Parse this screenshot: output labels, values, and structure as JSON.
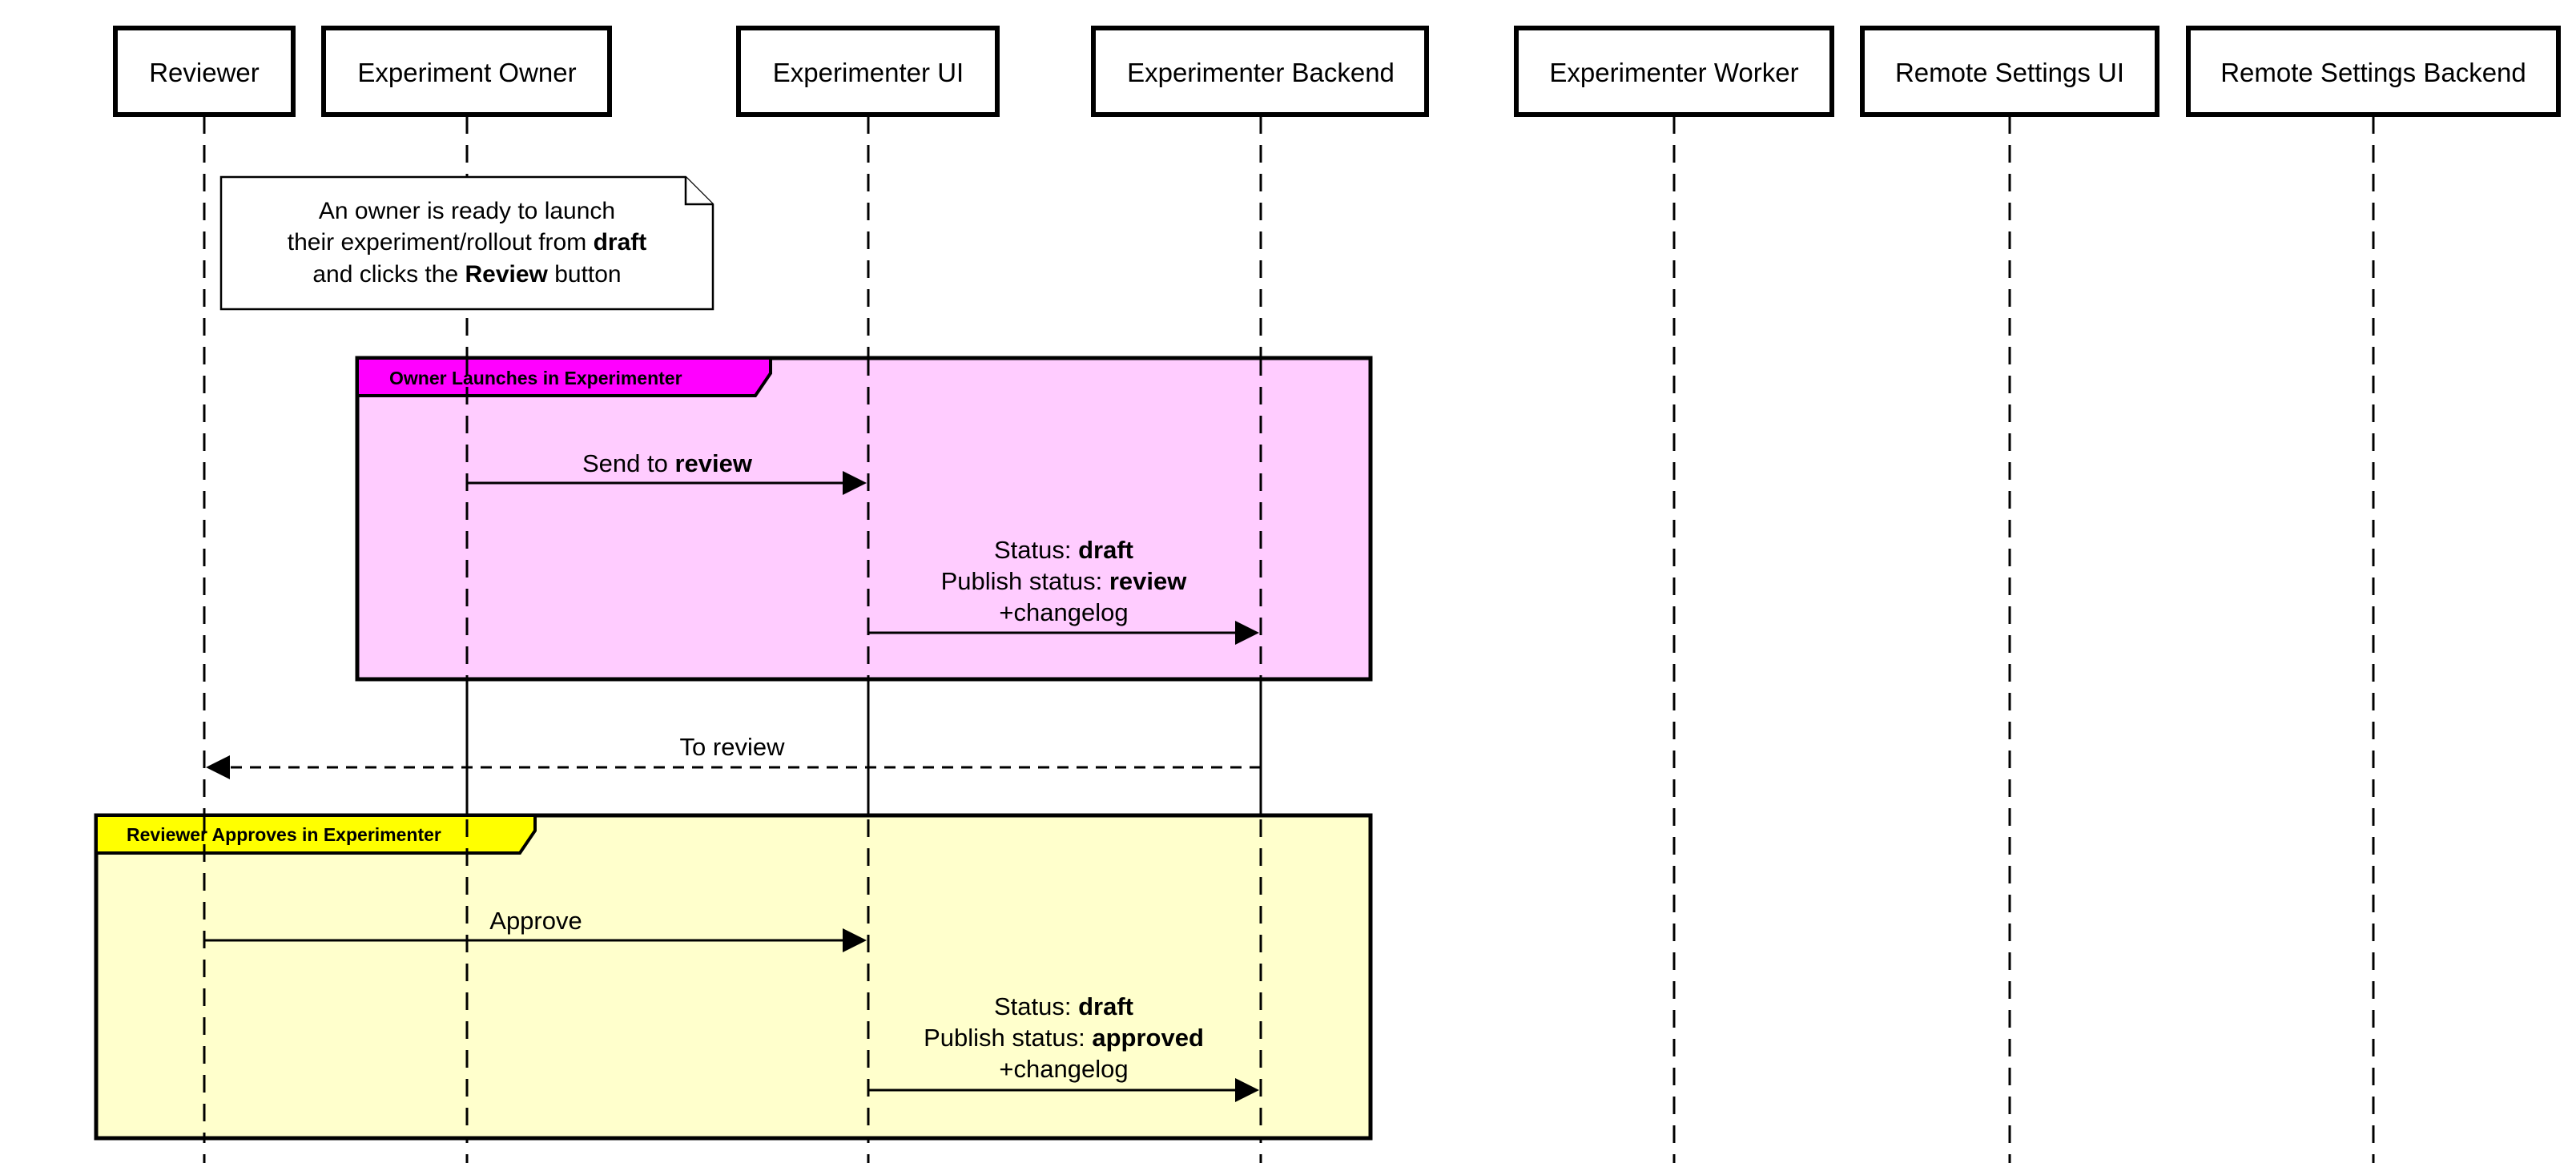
{
  "participants": [
    {
      "id": "reviewer",
      "label": "Reviewer"
    },
    {
      "id": "experiment-owner",
      "label": "Experiment Owner"
    },
    {
      "id": "experimenter-ui",
      "label": "Experimenter UI"
    },
    {
      "id": "experimenter-backend",
      "label": "Experimenter Backend"
    },
    {
      "id": "experimenter-worker",
      "label": "Experimenter Worker"
    },
    {
      "id": "remote-settings-ui",
      "label": "Remote Settings UI"
    },
    {
      "id": "remote-settings-backend",
      "label": "Remote Settings Backend"
    }
  ],
  "note": {
    "line1": "An owner is ready to launch",
    "line2_prefix": "their experiment/rollout from ",
    "line2_bold": "draft",
    "line3_prefix": "and clicks the ",
    "line3_bold": "Review",
    "line3_suffix": " button"
  },
  "frames": {
    "owner_launches": {
      "title": "Owner Launches in Experimenter",
      "fill": "#ffccff",
      "tab_color": "#ff00ff"
    },
    "reviewer_approves": {
      "title": "Reviewer Approves in Experimenter",
      "fill": "#ffffcc",
      "tab_color": "#ffff00"
    }
  },
  "messages": {
    "send_to_review": {
      "prefix": "Send to ",
      "bold": "review"
    },
    "owner_backend": {
      "status_label": "Status: ",
      "status_value": "draft",
      "publish_label": "Publish status: ",
      "publish_value": "review",
      "extra": "+changelog"
    },
    "to_review": {
      "text": "To review"
    },
    "approve": {
      "text": "Approve"
    },
    "reviewer_backend": {
      "status_label": "Status: ",
      "status_value": "draft",
      "publish_label": "Publish status: ",
      "publish_value": "approved",
      "extra": "+changelog"
    }
  }
}
